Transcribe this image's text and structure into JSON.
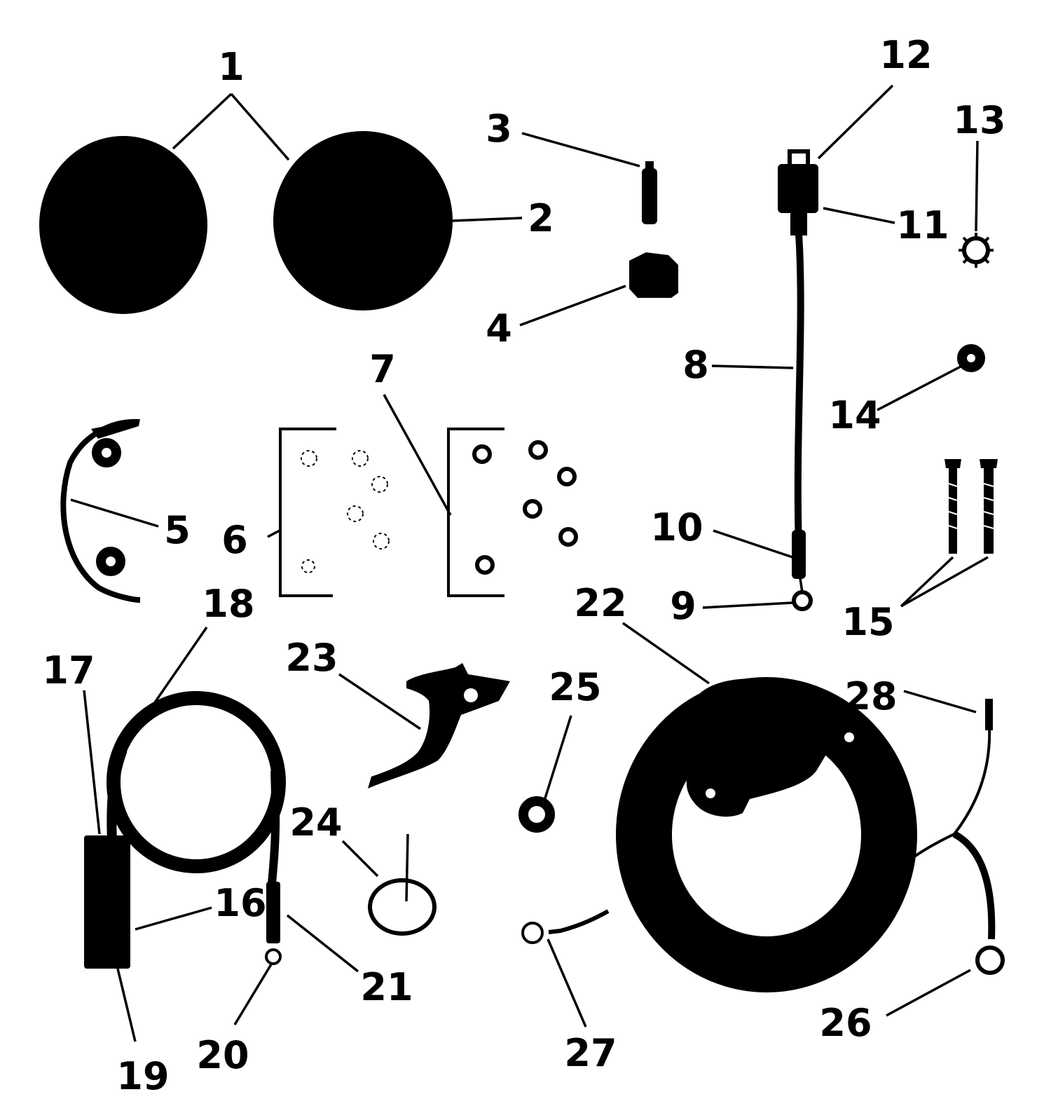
{
  "colors": {
    "ink": "#000000",
    "paper": "#ffffff"
  },
  "callouts": {
    "c1": "1",
    "c2": "2",
    "c3": "3",
    "c4": "4",
    "c5": "5",
    "c6": "6",
    "c7": "7",
    "c8": "8",
    "c9": "9",
    "c10": "10",
    "c11": "11",
    "c12": "12",
    "c13": "13",
    "c14": "14",
    "c15": "15",
    "c16": "16",
    "c17": "17",
    "c18": "18",
    "c19": "19",
    "c20": "20",
    "c21": "21",
    "c22": "22",
    "c23": "23",
    "c24": "24",
    "c25": "25",
    "c26": "26",
    "c27": "27",
    "c28": "28"
  }
}
